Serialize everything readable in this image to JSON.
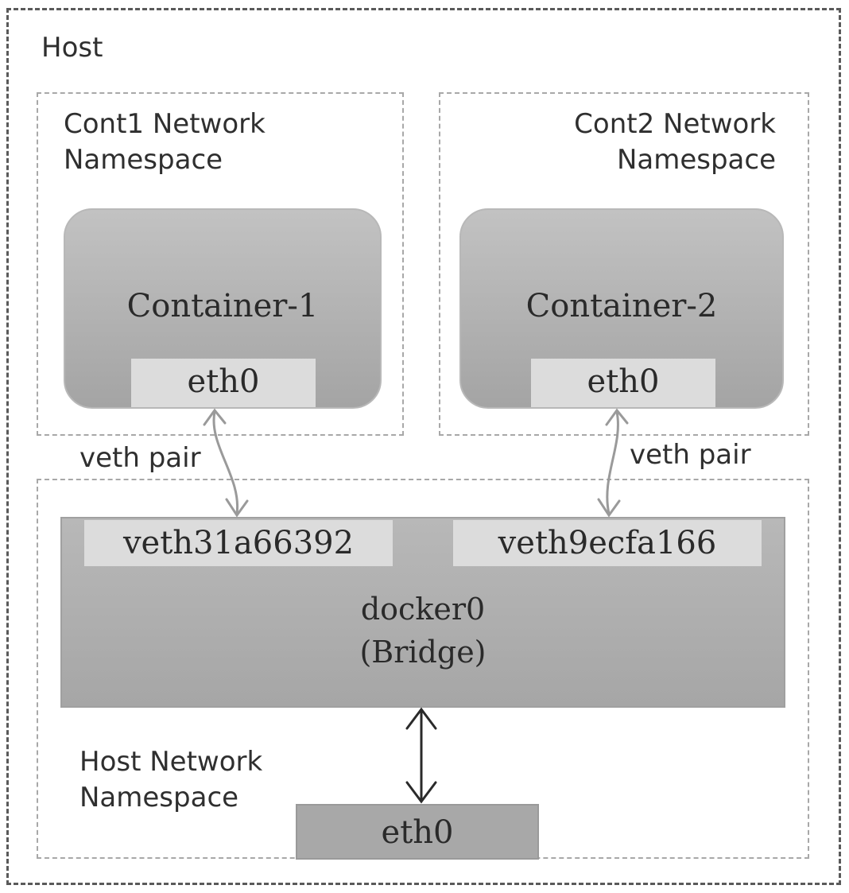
{
  "host": {
    "label": "Host"
  },
  "namespaces": {
    "cont1": {
      "label_line1": "Cont1 Network",
      "label_line2": "Namespace"
    },
    "cont2": {
      "label_line1": "Cont2 Network",
      "label_line2": "Namespace"
    },
    "host": {
      "label_line1": "Host Network",
      "label_line2": "Namespace"
    }
  },
  "containers": [
    {
      "name": "Container-1",
      "interface": "eth0"
    },
    {
      "name": "Container-2",
      "interface": "eth0"
    }
  ],
  "bridge": {
    "name": "docker0",
    "type": "(Bridge)",
    "ports": [
      "veth31a66392",
      "veth9ecfa166"
    ]
  },
  "host_interface": "eth0",
  "links": {
    "veth_pair_label": "veth pair"
  },
  "colors": {
    "container_fill": "#b4b4b4",
    "port_fill": "#dcdcdc",
    "bridge_fill": "#afafaf",
    "host_border": "#5a5a5a",
    "namespace_border": "#a8a8a8",
    "veth_link": "#9a9a9a",
    "host_link": "#2a2a2a"
  }
}
